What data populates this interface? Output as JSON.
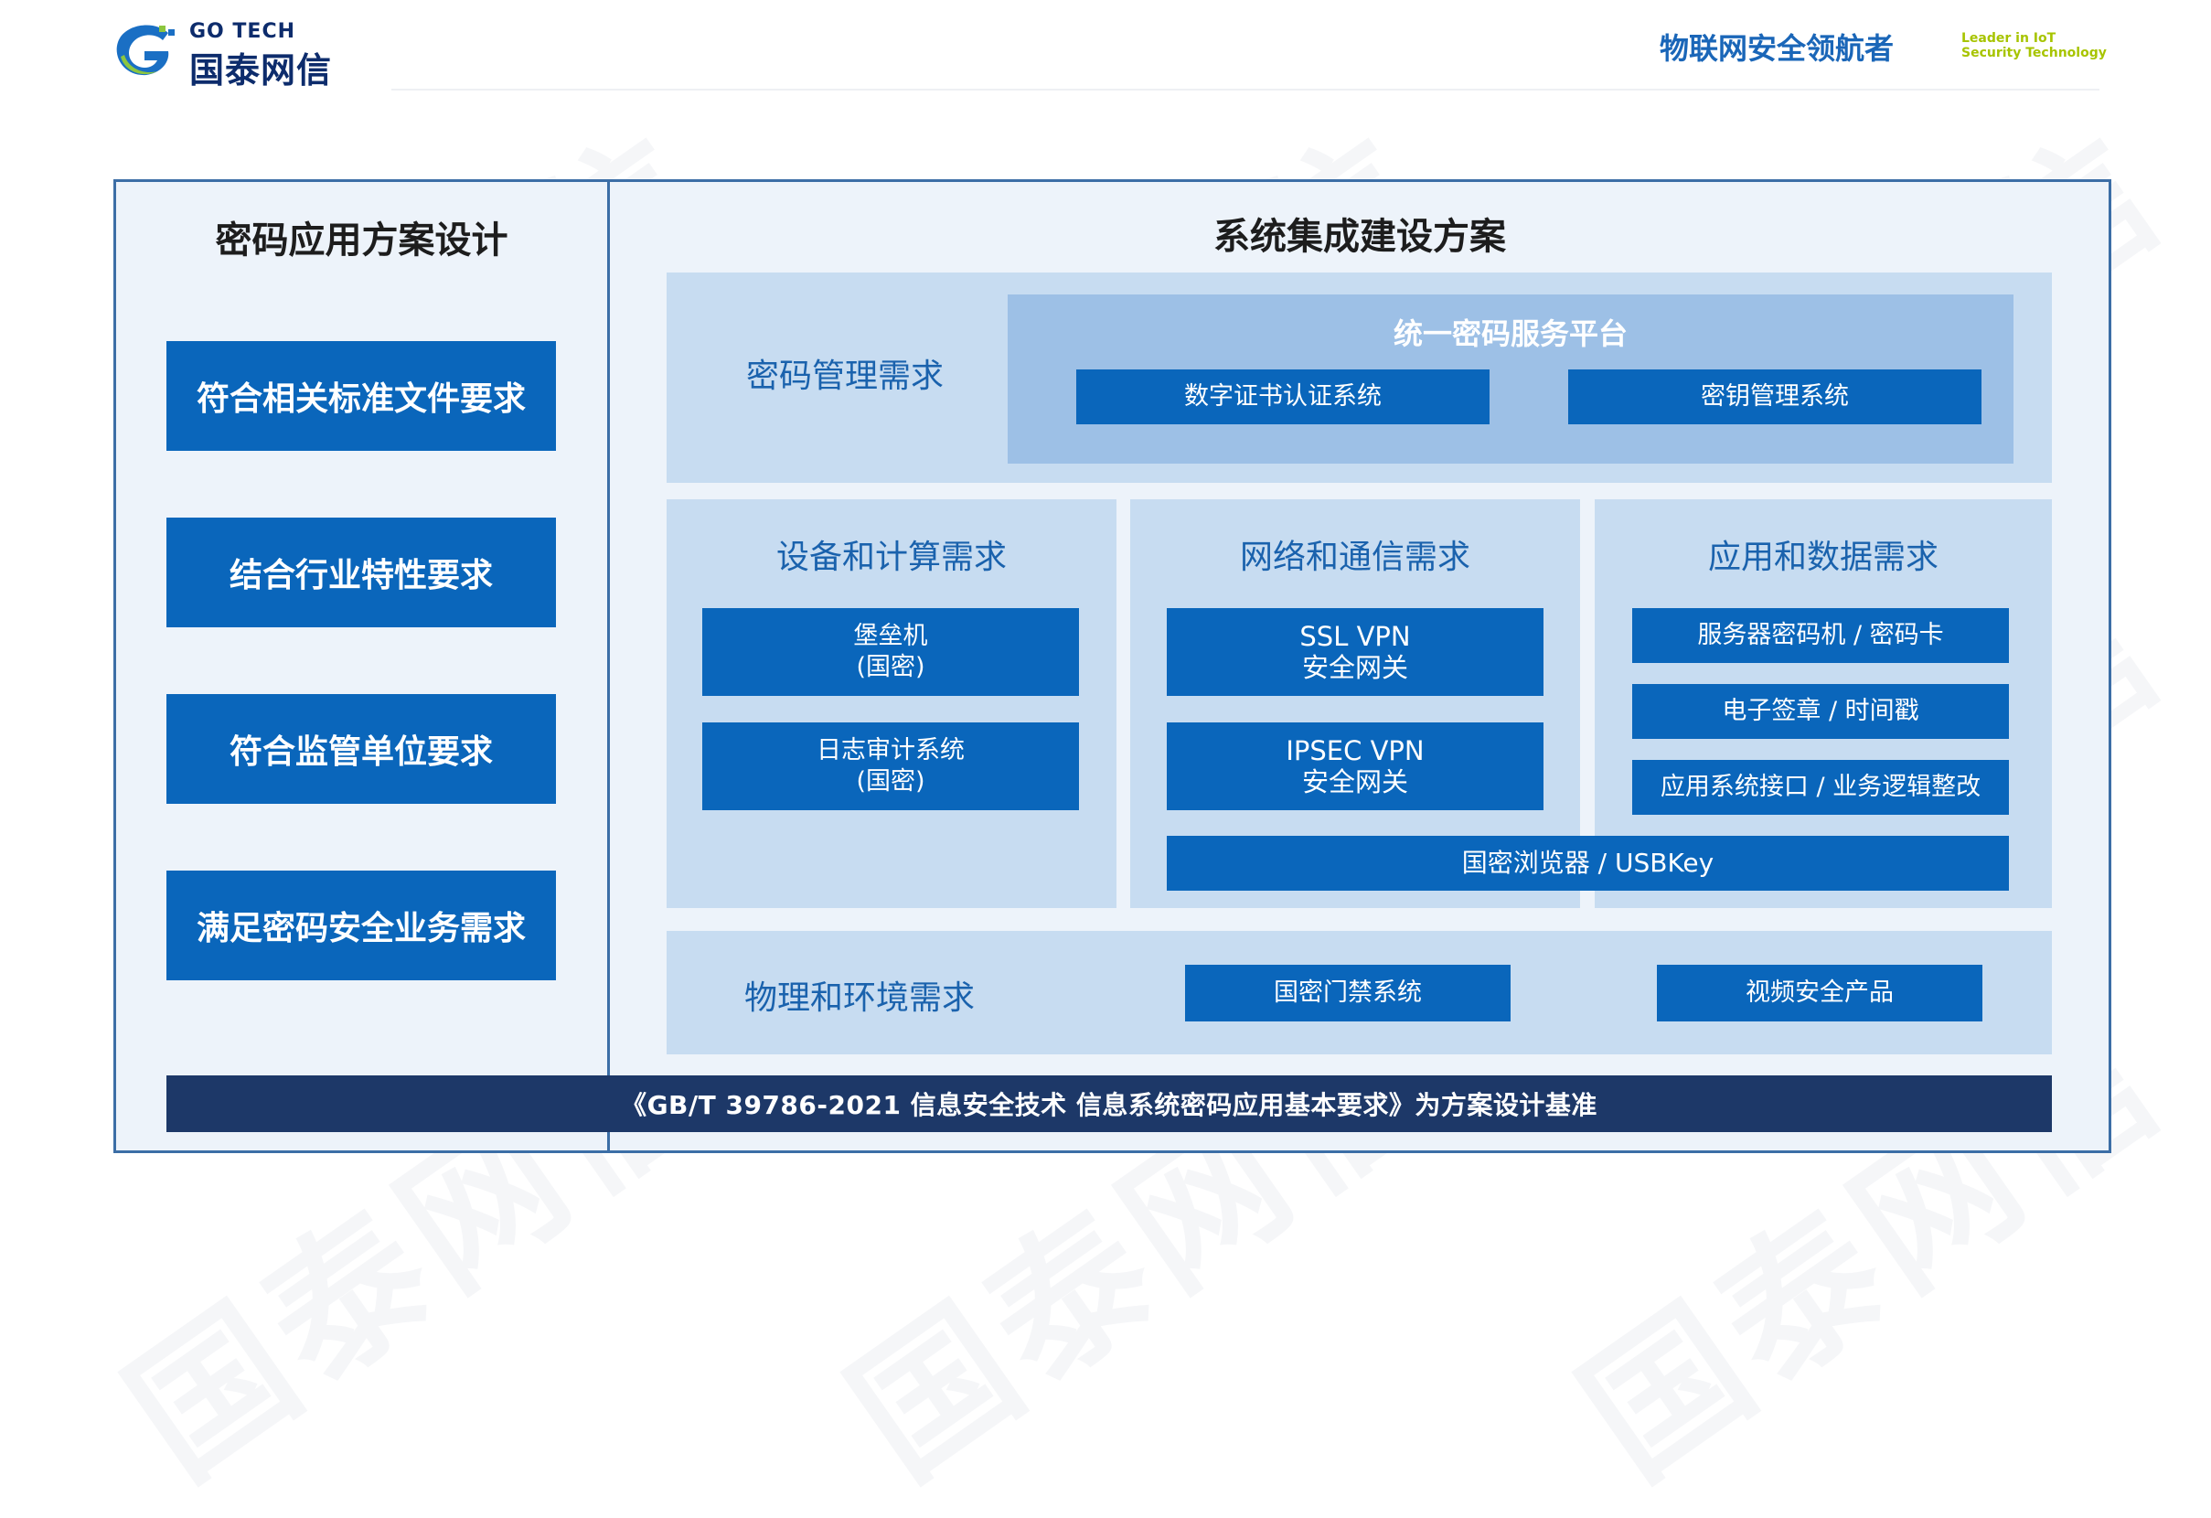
{
  "header": {
    "logo_en": "GO TECH",
    "logo_cn": "国泰网信",
    "slogan": "物联网安全领航者",
    "tagline_line1": "Leader in IoT",
    "tagline_line2": "Security Technology"
  },
  "watermark": "国泰网信",
  "left": {
    "title": "密码应用方案设计",
    "items": [
      "符合相关标准文件要求",
      "结合行业特性要求",
      "符合监管单位要求",
      "满足密码安全业务需求"
    ]
  },
  "right": {
    "title": "系统集成建设方案",
    "crypto_mgmt": {
      "label": "密码管理需求",
      "platform_title": "统一密码服务平台",
      "items": [
        "数字证书认证系统",
        "密钥管理系统"
      ]
    },
    "device": {
      "label": "设备和计算需求",
      "items": [
        {
          "line1": "堡垒机",
          "line2": "(国密)"
        },
        {
          "line1": "日志审计系统",
          "line2": "(国密)"
        }
      ]
    },
    "network": {
      "label": "网络和通信需求",
      "items": [
        {
          "line1": "SSL VPN",
          "line2": "安全网关"
        },
        {
          "line1": "IPSEC VPN",
          "line2": "安全网关"
        }
      ]
    },
    "application": {
      "label": "应用和数据需求",
      "items": [
        "服务器密码机 / 密码卡",
        "电子签章 / 时间戳",
        "应用系统接口 / 业务逻辑整改"
      ]
    },
    "browser": "国密浏览器 / USBKey",
    "physical": {
      "label": "物理和环境需求",
      "items": [
        "国密门禁系统",
        "视频安全产品"
      ]
    }
  },
  "footer_bar": "《GB/T 39786-2021 信息安全技术  信息系统密码应用基本要求》为方案设计基准",
  "colors": {
    "primary_blue": "#0a66bb",
    "zone_bg": "#c7dcf1",
    "frame_border": "#3c6ea6",
    "navy": "#1d3868",
    "accent_green": "#a7c400"
  }
}
